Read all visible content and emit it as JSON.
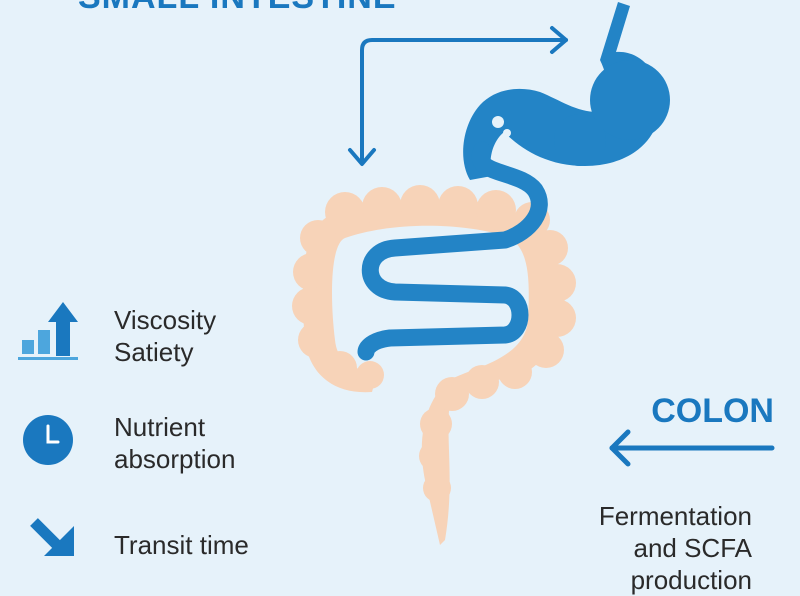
{
  "labels": {
    "small_intestine": "SMALL INTESTINE",
    "colon": "COLON"
  },
  "legend": [
    {
      "icon": "bar-chart-up-icon",
      "lines": [
        "Viscosity",
        "Satiety"
      ]
    },
    {
      "icon": "clock-icon",
      "lines": [
        "Nutrient",
        "absorption"
      ]
    },
    {
      "icon": "arrow-down-right-icon",
      "lines": [
        "Transit time"
      ]
    }
  ],
  "colon_effects": [
    "Fermentation",
    "and SCFA",
    "production"
  ],
  "colors": {
    "background": "#e6f2fa",
    "primary_blue": "#1a78bf",
    "stomach_blue": "#2384c6",
    "colon_peach": "#f7d3b8",
    "text": "#2a2a2a"
  }
}
